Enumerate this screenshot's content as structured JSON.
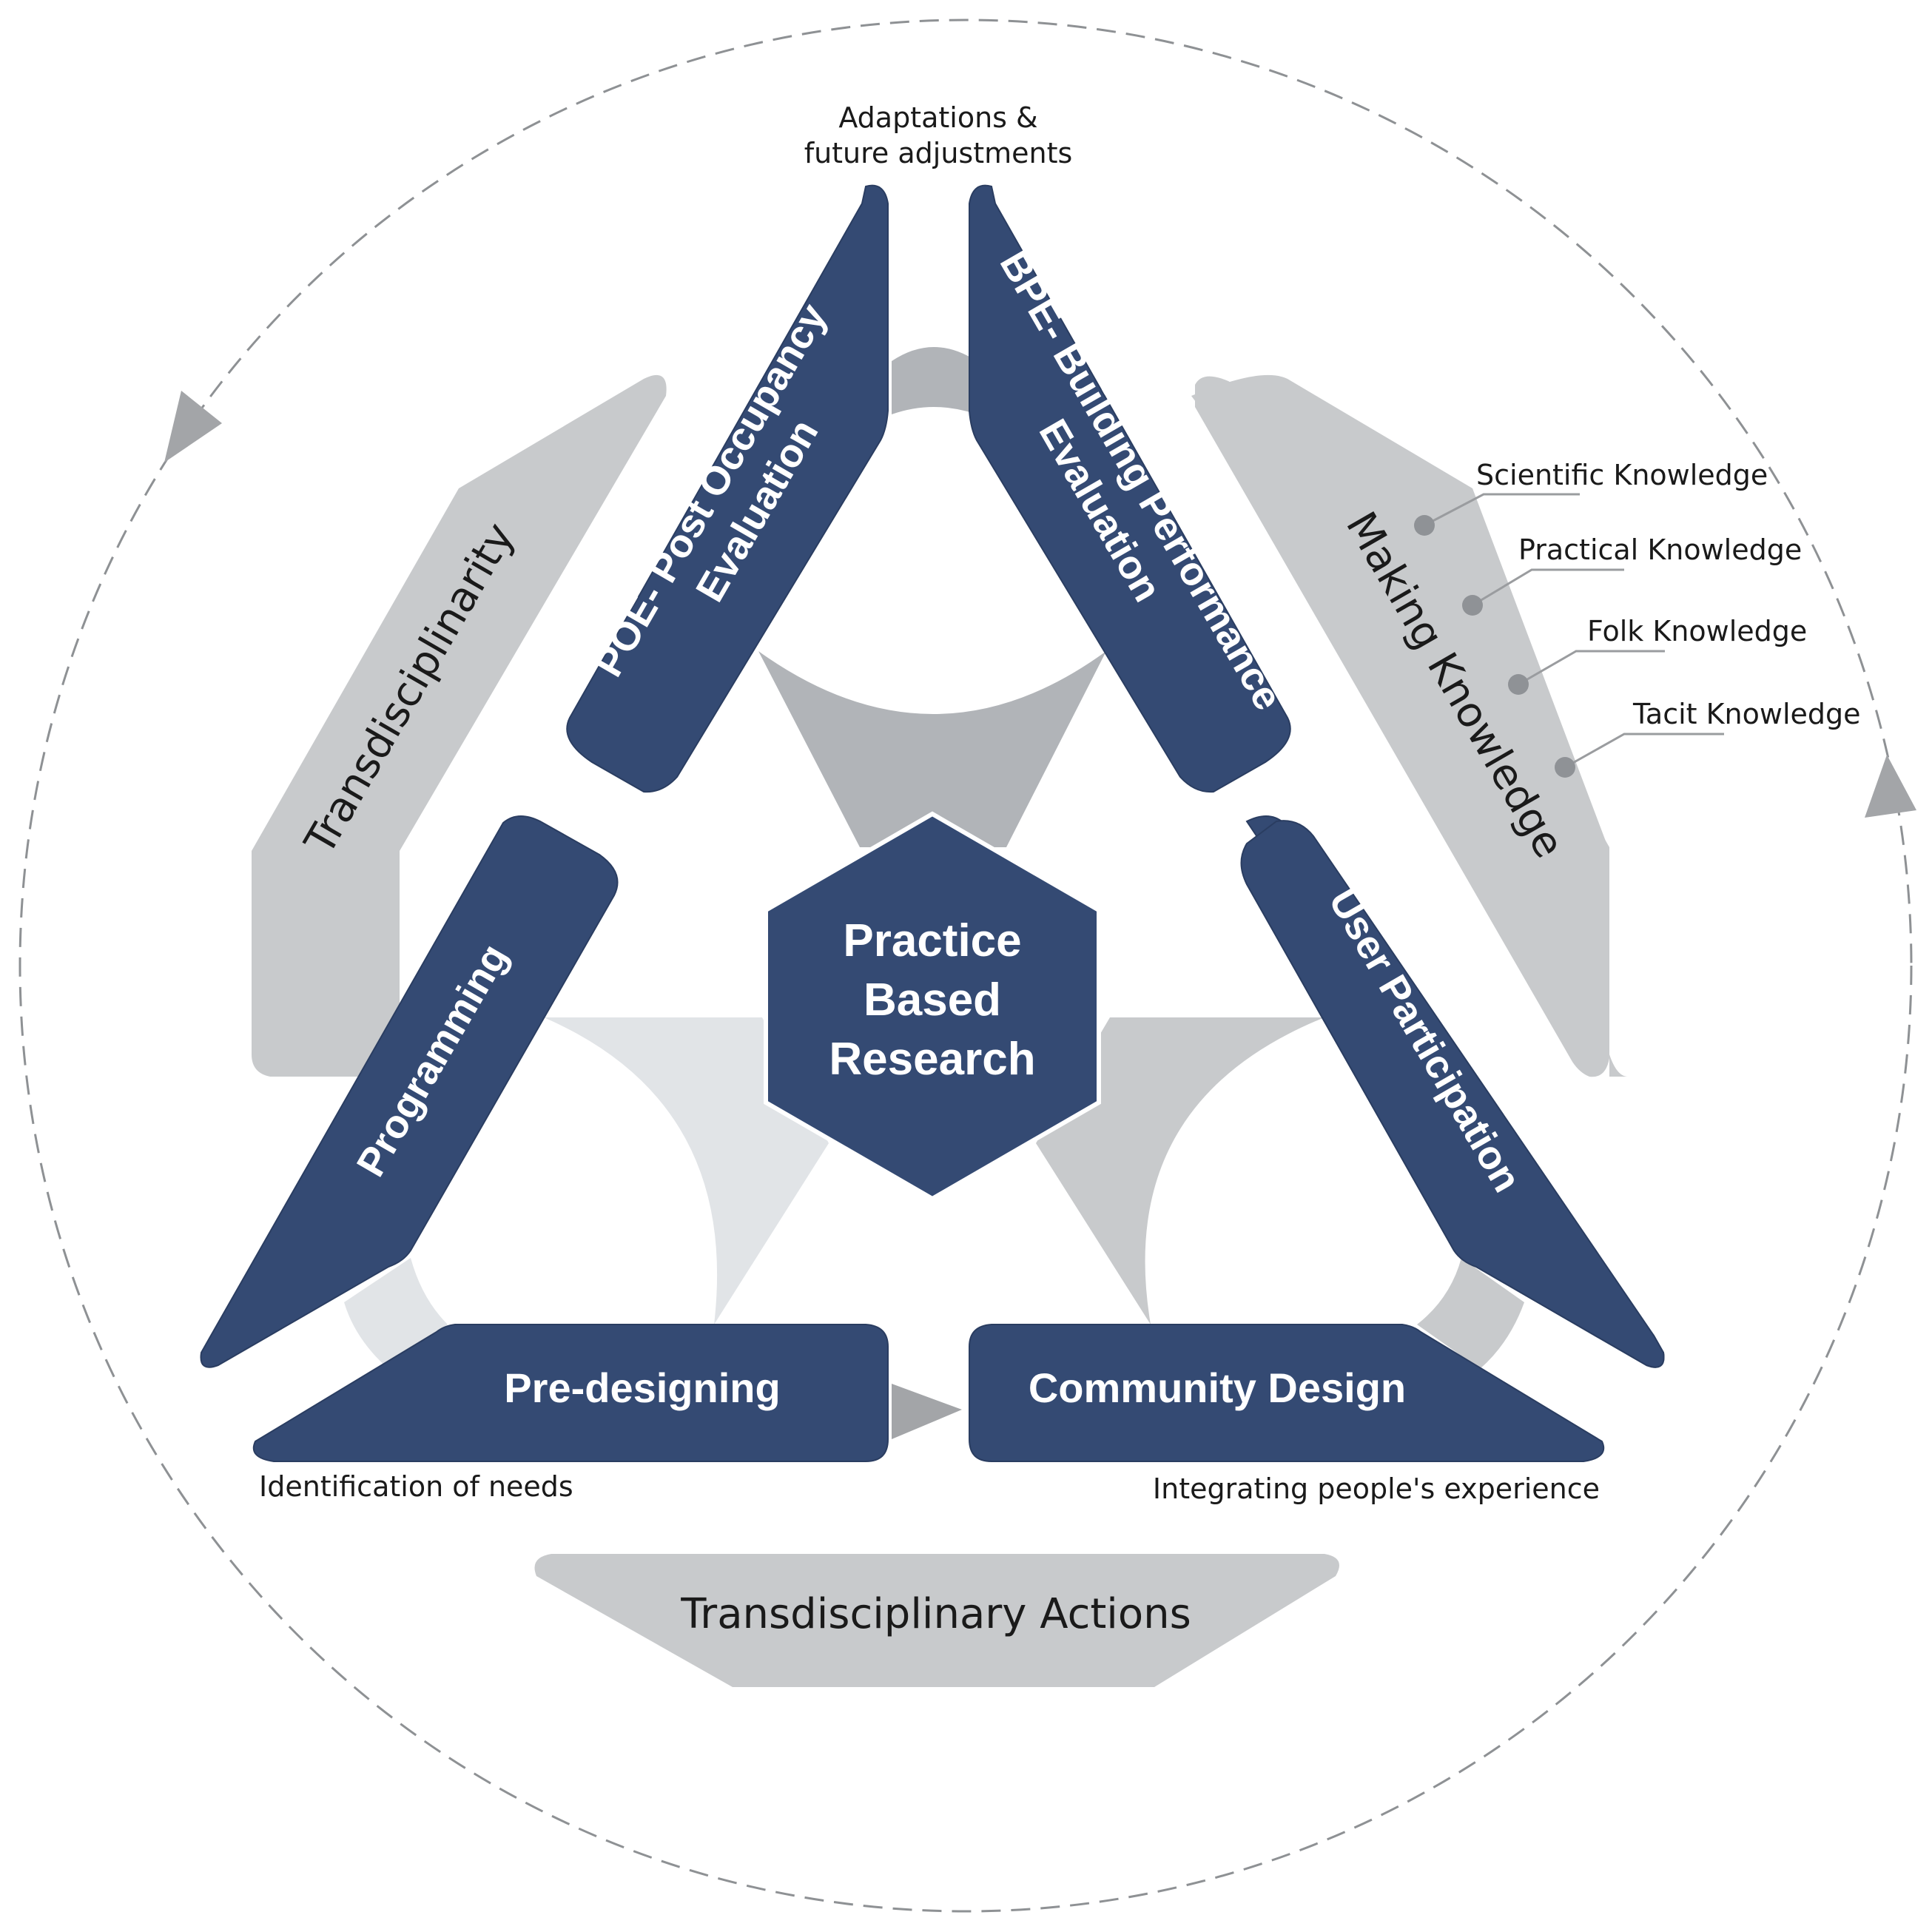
{
  "center": {
    "line1": "Practice",
    "line2": "Based",
    "line3": "Research"
  },
  "blocks": {
    "poe": {
      "line1": "POE- Post Occupancy",
      "line2": "Evaluation"
    },
    "bpe": {
      "line1": "BPE- Building Performance",
      "line2": "Evaluation"
    },
    "programming": "Programming",
    "user_participation": "User Participation",
    "pre_designing": "Pre-designing",
    "community_design": "Community Design"
  },
  "outer_bands": {
    "transdisciplinarity": "Transdisciplinarity",
    "making_knowledge": "Making Knowledge",
    "transdisciplinary_actions": "Transdisciplinary Actions"
  },
  "annotations": {
    "top_line1": "Adaptations &",
    "top_line2": "future adjustments",
    "bottom_left": "Identification of needs",
    "bottom_right": "Integrating people's experience"
  },
  "knowledge_types": [
    "Scientific Knowledge",
    "Practical Knowledge",
    "Folk Knowledge",
    "Tacit Knowledge"
  ],
  "colors": {
    "navy": "#344a73",
    "gray": "#c8cacc",
    "gray_light": "#e1e4e7",
    "arrow": "#a3a5a8"
  }
}
